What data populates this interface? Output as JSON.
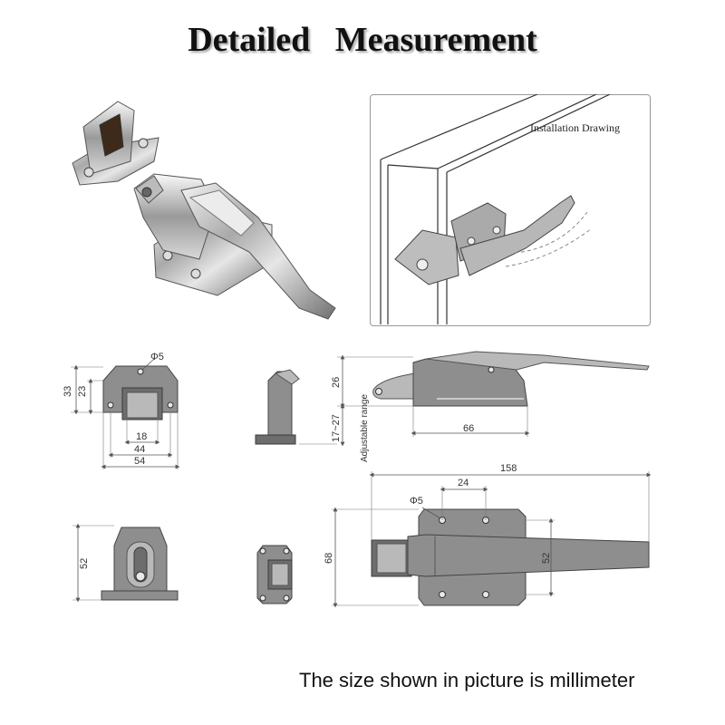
{
  "title": "Detailed   Measurement",
  "footer": "The size shown in picture is millimeter",
  "installation_label": "Installation Drawing",
  "dimensions": {
    "hole": "Φ5",
    "h33": "33",
    "h23": "23",
    "w18": "18",
    "w44": "44",
    "w54": "54",
    "h26": "26",
    "range": "17~27",
    "range_label": "Adjustable range",
    "w66": "66",
    "w158": "158",
    "w24": "24",
    "hole2": "Φ5",
    "h68": "68",
    "h52_right": "52",
    "h52_left": "52"
  }
}
